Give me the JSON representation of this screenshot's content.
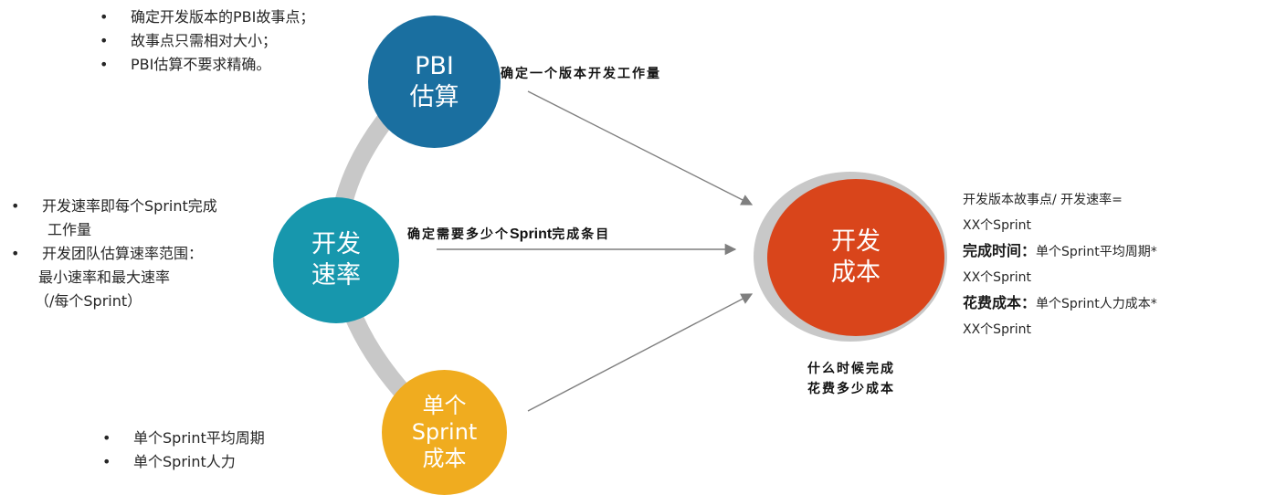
{
  "circles": {
    "pbi": [
      "PBI",
      "估算"
    ],
    "velocity": [
      "开发",
      "速率"
    ],
    "sprint_cost": [
      "单个",
      "Sprint",
      "成本"
    ],
    "dev_cost": [
      "开发",
      "成本"
    ]
  },
  "colors": {
    "pbi": "#1a6fa0",
    "velocity": "#1797ad",
    "sprint_cost": "#f0ac1f",
    "dev_cost": "#d9451b",
    "arc": "#c8c8c8",
    "arrow": "#7f7f7f"
  },
  "bullet": "•",
  "pbi_bullets": [
    "确定开发版本的PBI故事点；",
    "故事点只需相对大小；",
    "PBI估算不要求精确。"
  ],
  "velocity_bullets": {
    "item1": [
      "开发速率即每个Sprint完成",
      "工作量"
    ],
    "item2": [
      "开发团队估算速率范围：",
      "最小速率和最大速率",
      "（/每个Sprint）"
    ]
  },
  "sprint_cost_bullets": [
    "单个Sprint平均周期",
    "单个Sprint人力"
  ],
  "arrow_labels": {
    "pbi": "确定一个版本开发工作量",
    "velocity_pre": "确定需要多少个",
    "velocity_bold": "Sprint",
    "velocity_post": "完成条目"
  },
  "result_caption": [
    "什么时候完成",
    "花费多少成本"
  ],
  "formulas": {
    "line1": "开发版本故事点/ 开发速率=",
    "line2": "XX个Sprint",
    "time_label": "完成时间：",
    "time_value": "单个Sprint平均周期*",
    "line4": "XX个Sprint",
    "cost_label": "花费成本：",
    "cost_value": "单个Sprint人力成本*",
    "line6": "XX个Sprint"
  }
}
